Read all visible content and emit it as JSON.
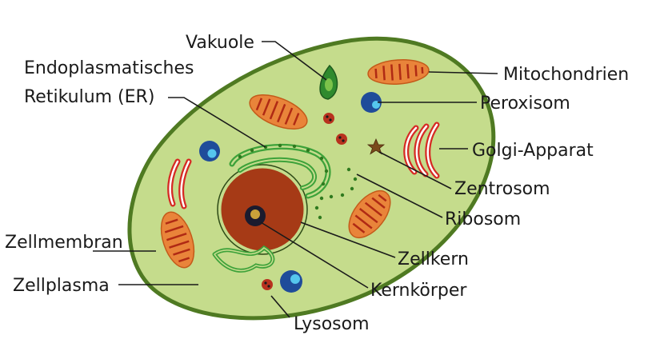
{
  "labels": {
    "vakuole": "Vakuole",
    "er_line1": "Endoplasmatisches",
    "er_line2": "Retikulum (ER)",
    "mitochondrien": "Mitochondrien",
    "peroxisom": "Peroxisom",
    "golgi": "Golgi-Apparat",
    "zentrosom": "Zentrosom",
    "ribosom": "Ribosom",
    "zellkern": "Zellkern",
    "kernkoerper": "Kernkörper",
    "lysosom": "Lysosom",
    "zellmembran": "Zellmembran",
    "zellplasma": "Zellplasma"
  },
  "colors": {
    "cytoplasm": "#c5dc8c",
    "membrane": "#4f7a22",
    "nucleus": "#a63a16",
    "nucleus_ring": "#c5dc8c",
    "nucleolus": "#1b1b2e",
    "mitochondrion": "#e9843a",
    "mito_cristae": "#b02a14",
    "er": "#3da23a",
    "golgi": "#d62a24",
    "vacuole": "#2f8a2e",
    "peroxisome": "#1f4c9a",
    "peroxisome_core": "#55c6ee",
    "lysosome": "#b8321e",
    "centrosome": "#7a4a1c",
    "ribosome": "#2f7a1e"
  }
}
